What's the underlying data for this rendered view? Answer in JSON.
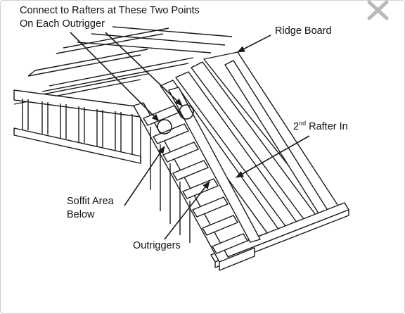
{
  "diagram": {
    "callouts": {
      "connect": {
        "line1": "Connect to Rafters at These Two Points",
        "line2": "On Each Outrigger"
      },
      "ridge_board": "Ridge Board",
      "rafter": {
        "prefix": "2",
        "sup": "nd",
        "suffix": " Rafter In"
      },
      "soffit": {
        "line1": "Soffit Area",
        "line2": "Below"
      },
      "outriggers": "Outriggers"
    },
    "close_icon": "close-icon",
    "colors": {
      "stroke": "#1a1a1a",
      "fill": "#ffffff",
      "close": "#b9b9b9"
    }
  }
}
